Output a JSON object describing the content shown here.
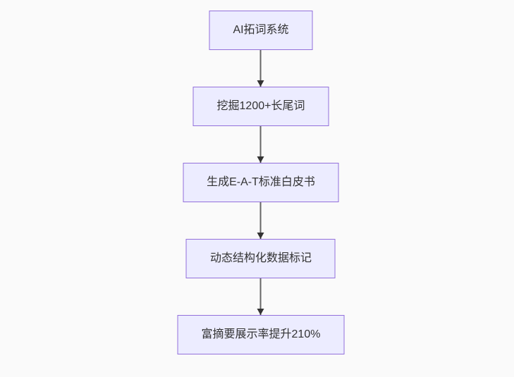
{
  "diagram": {
    "type": "flowchart",
    "direction": "top-to-bottom",
    "nodes": [
      {
        "label": "AI拓词系统"
      },
      {
        "label": "挖掘1200+长尾词"
      },
      {
        "label": "生成E-A-T标准白皮书"
      },
      {
        "label": "动态结构化数据标记"
      },
      {
        "label": "富摘要展示率提升210%"
      }
    ],
    "edges": [
      {
        "from": 0,
        "to": 1,
        "style": "arrow"
      },
      {
        "from": 1,
        "to": 2,
        "style": "arrow"
      },
      {
        "from": 2,
        "to": 3,
        "style": "arrow"
      },
      {
        "from": 3,
        "to": 4,
        "style": "arrow"
      }
    ],
    "colors": {
      "background": "#fafafa",
      "node_fill": "#ECECFF",
      "node_border": "#9370DB",
      "node_text": "#333333",
      "arrow_line": "#666666",
      "arrow_head": "#333333"
    }
  }
}
